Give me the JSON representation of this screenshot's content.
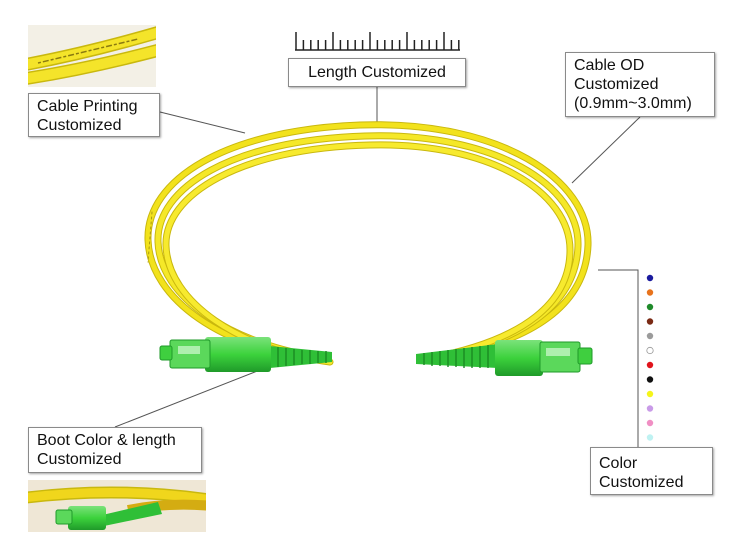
{
  "labels": {
    "length": [
      "Length Customized"
    ],
    "printing": [
      "Cable Printing",
      "Customized"
    ],
    "od": [
      "Cable OD",
      "Customized",
      "(0.9mm~3.0mm)"
    ],
    "boot": [
      "Boot Color & length",
      "Customized"
    ],
    "color": [
      "Color",
      "Customized"
    ]
  },
  "colors": {
    "cable_yellow": "#f2e21c",
    "cable_shadow": "#c9b80e",
    "connector_green": "#3cd23c",
    "connector_dark_green": "#1f9a2a",
    "leader_line": "#555555"
  },
  "swatches": [
    "#1a1a9e",
    "#e8731c",
    "#1f8a2a",
    "#7a2a14",
    "#9b9b9b",
    "#ffffff",
    "#e0141c",
    "#111111",
    "#f5f51a",
    "#c99be8",
    "#f08fc4",
    "#bff2f2"
  ],
  "icons": [
    "ruler-icon"
  ]
}
